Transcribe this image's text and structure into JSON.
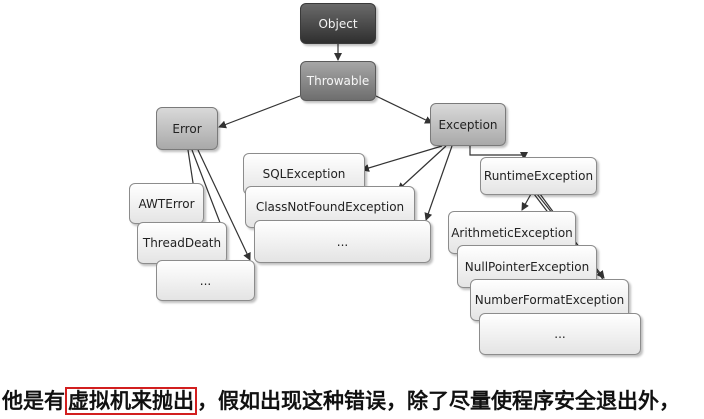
{
  "diagram": {
    "nodes": {
      "object": "Object",
      "throwable": "Throwable",
      "error": "Error",
      "exception": "Exception",
      "awt_error": "AWTError",
      "thread_death": "ThreadDeath",
      "error_more": "...",
      "sql_exception": "SQLException",
      "class_not_found": "ClassNotFoundException",
      "exception_more": "...",
      "runtime_exception": "RuntimeException",
      "arithmetic_exception": "ArithmeticException",
      "null_pointer_exception": "NullPointerException",
      "number_format_exception": "NumberFormatException",
      "runtime_more": "..."
    }
  },
  "caption": {
    "prefix": "他是有",
    "highlight": "虚拟机来抛出",
    "suffix": "，假如出现这种错误，除了尽量使程序安全退出外，"
  }
}
